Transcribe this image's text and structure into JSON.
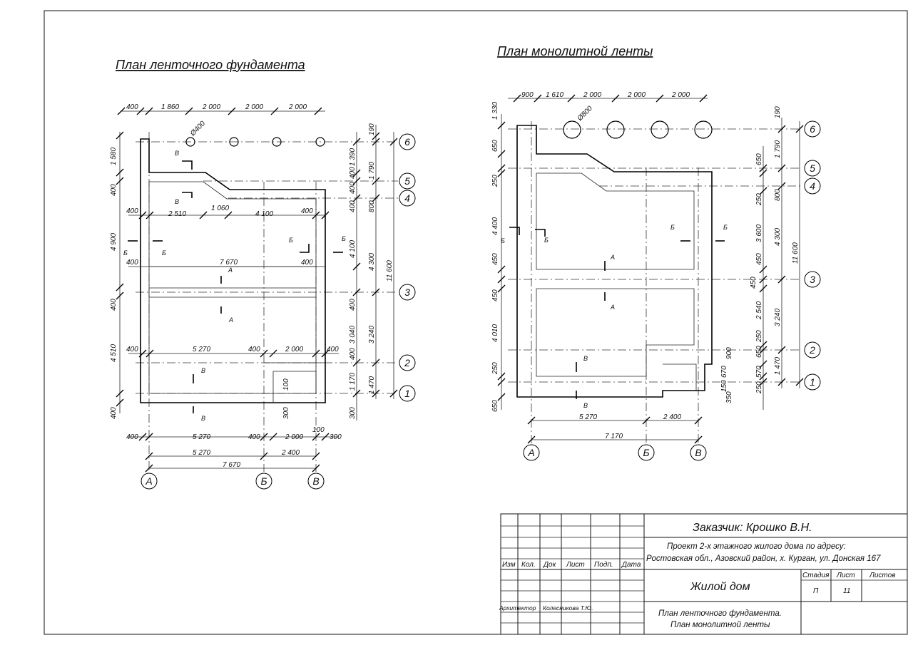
{
  "plan1": {
    "title": "План ленточного фундамента",
    "top_dims": [
      "400",
      "1 860",
      "2 000",
      "2 000",
      "2 000"
    ],
    "pile_label": "Ø400",
    "left_vdims": [
      "1 580",
      "400",
      "4 900",
      "400",
      "4 510",
      "400"
    ],
    "right_vdims_inner": [
      "1 390",
      "400",
      "400",
      "400",
      "4 100",
      "400",
      "3 040",
      "400",
      "1 170",
      "300"
    ],
    "right_vdims_mid": [
      "190",
      "1 790",
      "800",
      "4 300",
      "3 240",
      "1 470"
    ],
    "right_vdim_total": "11 600",
    "row1": [
      "400",
      "2 510",
      "1 060",
      "4 100",
      "400"
    ],
    "row2": [
      "400",
      "7 670",
      "400"
    ],
    "row3": [
      "400",
      "5 270",
      "400",
      "2 000",
      "400"
    ],
    "small": [
      "100",
      "300"
    ],
    "bottom1": [
      "400",
      "5 270",
      "400",
      "2 000",
      "100",
      "300"
    ],
    "bottom2": [
      "5 270",
      "2 400"
    ],
    "bottom3": "7 670",
    "axes_h": [
      "А",
      "Б",
      "В"
    ],
    "axes_v": [
      "6",
      "5",
      "4",
      "3",
      "2",
      "1"
    ],
    "cuts": {
      "A": "А",
      "B": "Б",
      "V": "В"
    }
  },
  "plan2": {
    "title": "План монолитной ленты",
    "top_dims": [
      "900",
      "1 610",
      "2 000",
      "2 000",
      "2 000"
    ],
    "pile_label": "Ø800",
    "left_vdims": [
      "1 330",
      "650",
      "250",
      "4 400",
      "450",
      "450",
      "4 010",
      "250",
      "650"
    ],
    "right_vdims_inner": [
      "650",
      "250",
      "3 600",
      "450",
      "450",
      "2 540",
      "250",
      "650",
      "250"
    ],
    "right_vdims_mid": [
      "190",
      "1 790",
      "800",
      "4 300",
      "3 240",
      "1 470"
    ],
    "right_vdim_total": "11 600",
    "small": [
      "900",
      "670",
      "150",
      "350",
      "570"
    ],
    "bottom1": [
      "5 270",
      "2 400"
    ],
    "bottom2": "7 170",
    "axes_h": [
      "А",
      "Б",
      "В"
    ],
    "axes_v": [
      "6",
      "5",
      "4",
      "3",
      "2",
      "1"
    ],
    "cuts": {
      "A": "А",
      "B": "Б",
      "V": "В"
    }
  },
  "titleblock": {
    "customer": "Заказчик: Крошко В.Н.",
    "project_line1": "Проект 2-х этажного жилого дома по адресу:",
    "project_line2": "Ростовская обл., Азовский район, х. Курган, ул. Донская 167",
    "headers": [
      "Изм",
      "Кол.",
      "Док",
      "Лист",
      "Подп.",
      "Дата"
    ],
    "architect_role": "Архитектор",
    "architect_name": "Колесникова Т.Ю.",
    "building": "Жилой дом",
    "stage_header": "Стадия",
    "sheet_header": "Лист",
    "sheets_header": "Листов",
    "stage": "П",
    "sheet": "11",
    "sheets": "",
    "drawing_line1": "План ленточного фундамента.",
    "drawing_line2": "План монолитной ленты"
  }
}
